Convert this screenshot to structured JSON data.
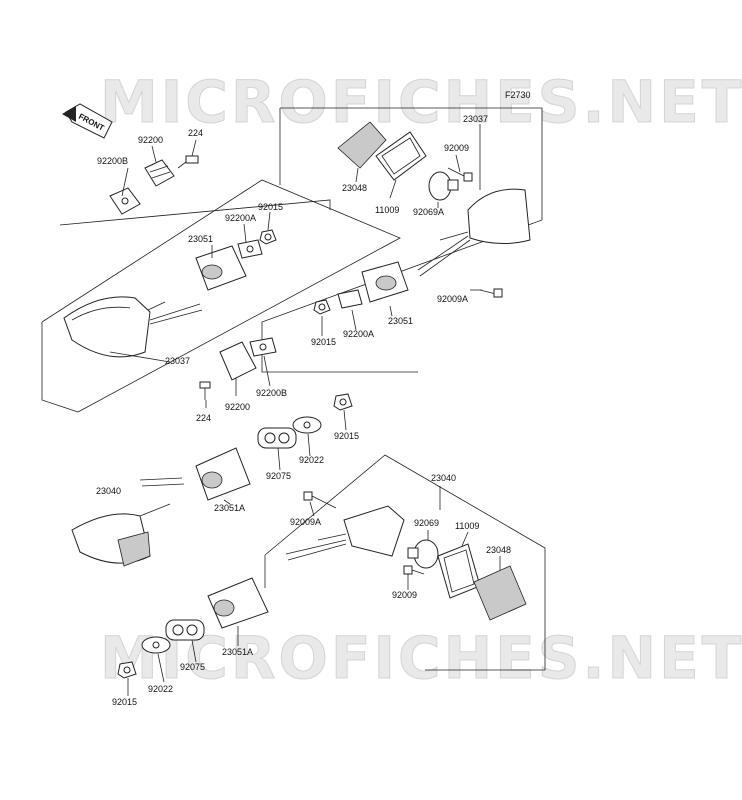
{
  "figure_code": "F2730",
  "watermark": "MICROFICHES.NET",
  "front_arrow": "FRONT",
  "labels": {
    "p92200B_a": "92200B",
    "p92200_a": "92200",
    "p224_a": "224",
    "p23051_a": "23051",
    "p92200A_a": "92200A",
    "p92015_a": "92015",
    "p23037_a": "23037",
    "p224_b": "224",
    "p92200_b": "92200",
    "p92200B_b": "92200B",
    "p23037_b": "23037",
    "p23048_a": "23048",
    "p11009_a": "11009",
    "p92009_a": "92009",
    "p92069A": "92069A",
    "p92009A_a": "92009A",
    "p23051_b": "23051",
    "p92200A_b": "92200A",
    "p92015_b": "92015",
    "p92015_c": "92015",
    "p92022_a": "92022",
    "p92075_a": "92075",
    "p23040_a": "23040",
    "p23051A_a": "23051A",
    "p23040_b": "23040",
    "p92009A_b": "92009A",
    "p92069": "92069",
    "p11009_b": "11009",
    "p23048_b": "23048",
    "p92009_b": "92009",
    "p23051A_b": "23051A",
    "p92075_b": "92075",
    "p92022_b": "92022",
    "p92015_d": "92015"
  }
}
